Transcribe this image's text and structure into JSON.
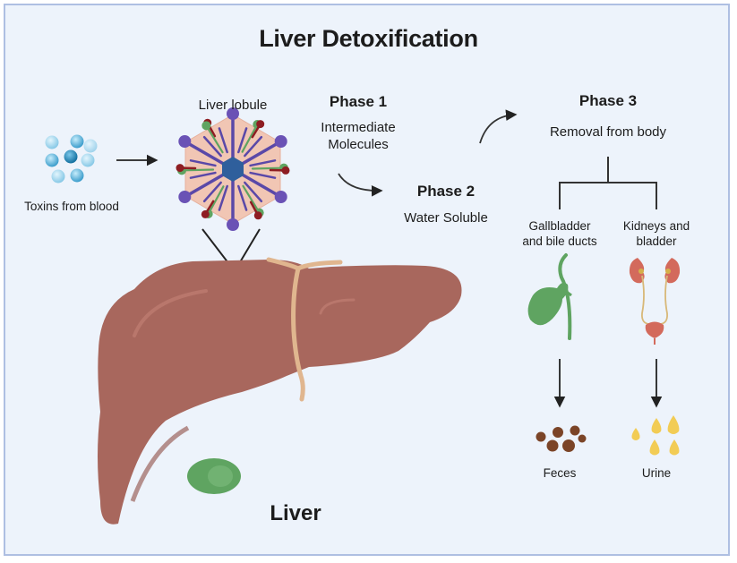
{
  "title": "Liver Detoxification",
  "toxins": {
    "label": "Toxins from blood",
    "icon": "toxin-molecules-icon"
  },
  "lobule": {
    "label": "Liver lobule",
    "icon": "liver-lobule-icon"
  },
  "phase1": {
    "heading": "Phase 1",
    "line1": "Intermediate",
    "line2": "Molecules"
  },
  "phase2": {
    "heading": "Phase 2",
    "subtitle": "Water Soluble"
  },
  "phase3": {
    "heading": "Phase 3",
    "subtitle": "Removal from body"
  },
  "branches": {
    "left": {
      "line1": "Gallbladder",
      "line2": "and bile ducts",
      "icon": "gallbladder-icon",
      "output": "Feces",
      "output_icon": "feces-icon"
    },
    "right": {
      "line1": "Kidneys and",
      "line2": "bladder",
      "icon": "kidneys-bladder-icon",
      "output": "Urine",
      "output_icon": "urine-drops-icon"
    }
  },
  "liver": {
    "label": "Liver",
    "icon": "liver-icon"
  },
  "colors": {
    "background": "#edf3fb",
    "border": "#aebfe2",
    "liver": "#a8675d",
    "gallbladder": "#5fa461",
    "toxin": "#3fa3cf",
    "lobule_vein": "#5a48a8",
    "feces": "#7b4427",
    "urine": "#f2cc55"
  }
}
